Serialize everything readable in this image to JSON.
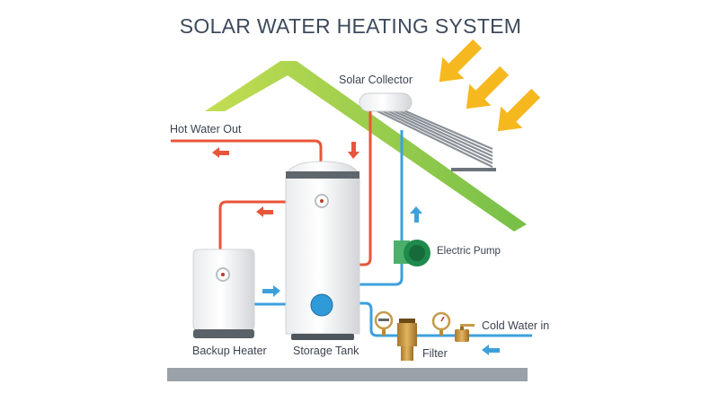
{
  "title": "SOLAR WATER HEATING SYSTEM",
  "labels": {
    "solar_collector": "Solar Collector",
    "hot_water_out": "Hot Water Out",
    "electric_pump": "Electric Pump",
    "backup_heater": "Backup Heater",
    "storage_tank": "Storage Tank",
    "filter": "Filter",
    "cold_water_in": "Cold Water in"
  },
  "colors": {
    "hot_pipe": "#e8553a",
    "cold_pipe": "#3da0dc",
    "roof": "#8cc63f",
    "sun_arrow": "#f6b81f",
    "pump": "#1f8a4c",
    "ground": "#9aa1a8",
    "title": "#3d4a5c"
  }
}
